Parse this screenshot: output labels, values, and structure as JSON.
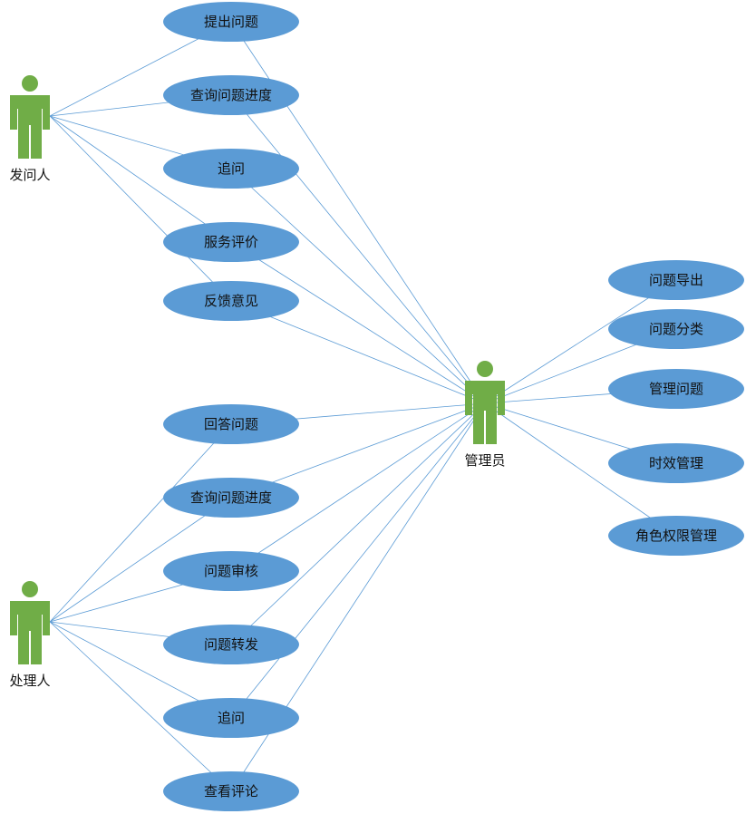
{
  "colors": {
    "usecase_fill": "#5b9bd5",
    "actor_fill": "#70ad47",
    "link_stroke": "#5b9bd5",
    "text": "#111111"
  },
  "actors": {
    "asker": {
      "label": "发问人",
      "icon": "person-icon"
    },
    "handler": {
      "label": "处理人",
      "icon": "person-icon"
    },
    "admin": {
      "label": "管理员",
      "icon": "person-icon"
    }
  },
  "usecases": {
    "submit_question": "提出问题",
    "query_progress_asker": "查询问题进度",
    "follow_up_asker": "追问",
    "rate_service": "服务评价",
    "feedback": "反馈意见",
    "answer_question": "回答问题",
    "query_progress_handler": "查询问题进度",
    "question_review": "问题审核",
    "question_forward": "问题转发",
    "follow_up_handler": "追问",
    "view_comments": "查看评论",
    "export_questions": "问题导出",
    "classify_questions": "问题分类",
    "manage_questions": "管理问题",
    "timeliness_mgmt": "时效管理",
    "role_permission_mgmt": "角色权限管理"
  },
  "links": [
    [
      "asker",
      "submit_question"
    ],
    [
      "asker",
      "query_progress_asker"
    ],
    [
      "asker",
      "follow_up_asker"
    ],
    [
      "asker",
      "rate_service"
    ],
    [
      "asker",
      "feedback"
    ],
    [
      "handler",
      "answer_question"
    ],
    [
      "handler",
      "query_progress_handler"
    ],
    [
      "handler",
      "question_review"
    ],
    [
      "handler",
      "question_forward"
    ],
    [
      "handler",
      "follow_up_handler"
    ],
    [
      "handler",
      "view_comments"
    ],
    [
      "admin",
      "submit_question"
    ],
    [
      "admin",
      "query_progress_asker"
    ],
    [
      "admin",
      "follow_up_asker"
    ],
    [
      "admin",
      "rate_service"
    ],
    [
      "admin",
      "feedback"
    ],
    [
      "admin",
      "answer_question"
    ],
    [
      "admin",
      "query_progress_handler"
    ],
    [
      "admin",
      "question_review"
    ],
    [
      "admin",
      "question_forward"
    ],
    [
      "admin",
      "follow_up_handler"
    ],
    [
      "admin",
      "view_comments"
    ],
    [
      "admin",
      "export_questions"
    ],
    [
      "admin",
      "classify_questions"
    ],
    [
      "admin",
      "manage_questions"
    ],
    [
      "admin",
      "timeliness_mgmt"
    ],
    [
      "admin",
      "role_permission_mgmt"
    ]
  ]
}
